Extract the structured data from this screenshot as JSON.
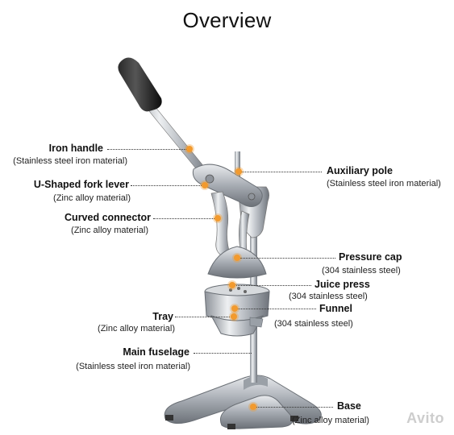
{
  "title": "Overview",
  "parts": {
    "iron_handle": {
      "name": "Iron handle",
      "material": "(Stainless steel iron material)"
    },
    "u_shaped_fork_lever": {
      "name": "U-Shaped fork lever",
      "material": "(Zinc alloy material)"
    },
    "curved_connector": {
      "name": "Curved connector",
      "material": "(Zinc alloy material)"
    },
    "tray": {
      "name": "Tray",
      "material": "(Zinc alloy material)"
    },
    "main_fuselage": {
      "name": "Main fuselage",
      "material": "(Stainless steel iron material)"
    },
    "auxiliary_pole": {
      "name": "Auxiliary pole",
      "material": "(Stainless steel iron material)"
    },
    "pressure_cap": {
      "name": "Pressure cap",
      "material": "(304 stainless steel)"
    },
    "juice_press": {
      "name": "Juice press",
      "material": "(304 stainless steel)"
    },
    "funnel": {
      "name": "Funnel",
      "material": "(304 stainless steel)"
    },
    "base": {
      "name": "Base",
      "material": "(Zinc alloy material)"
    }
  },
  "watermark": "Avito",
  "colors": {
    "callout_dot": "#f29a2e",
    "metal": "#b8bcc2",
    "handle_grip": "#1a1a1a"
  }
}
